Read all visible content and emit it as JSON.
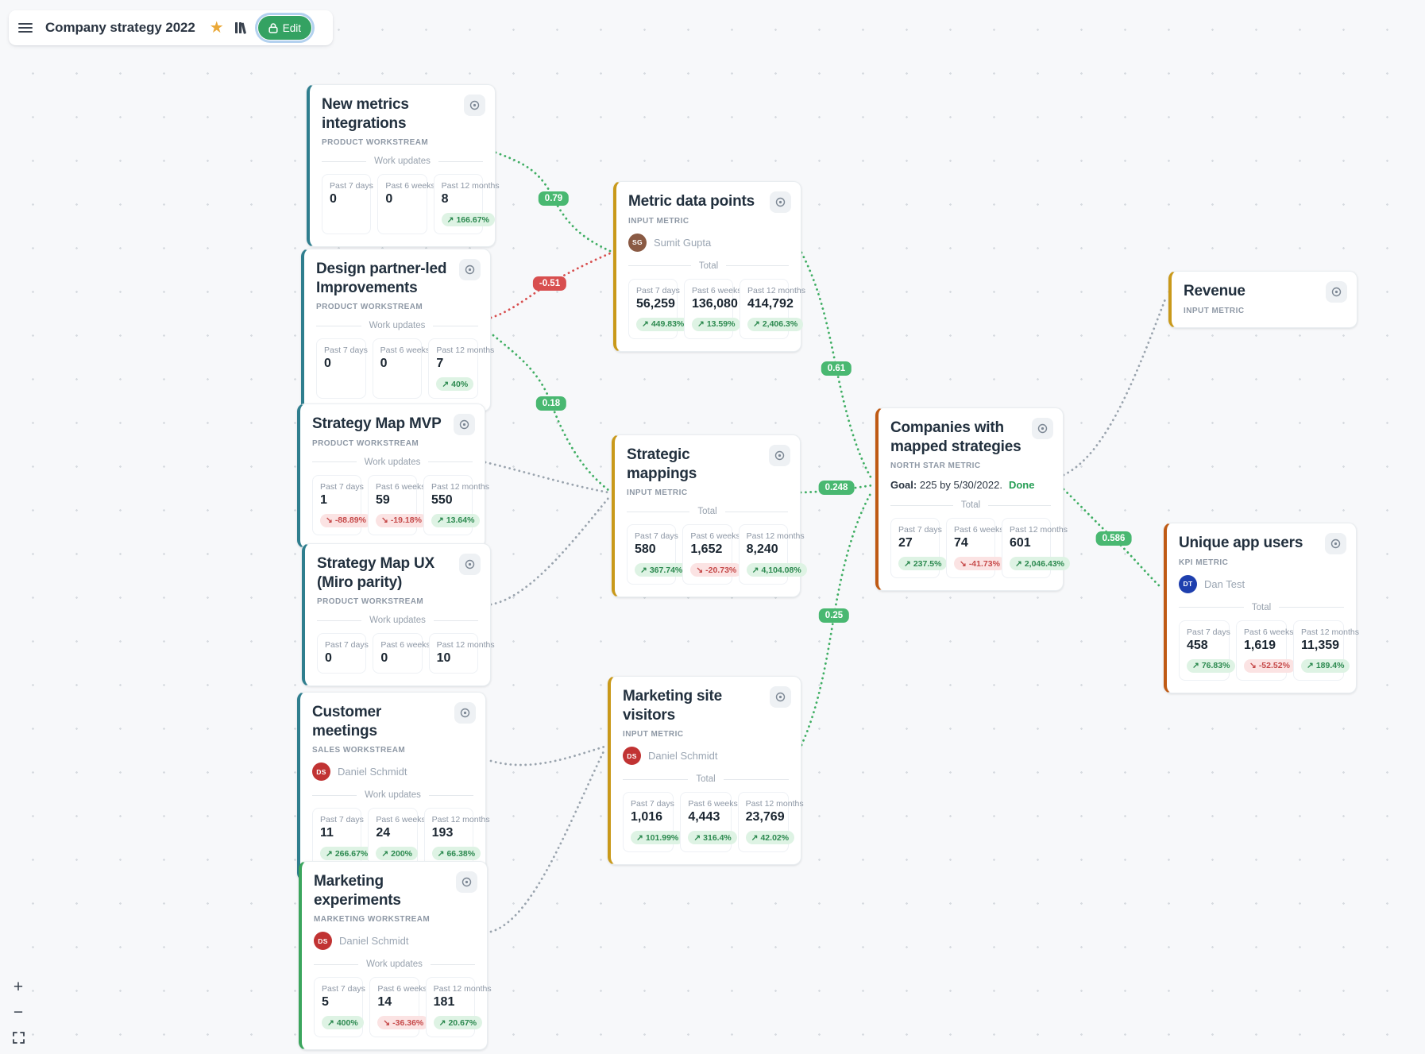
{
  "header": {
    "title": "Company strategy 2022",
    "edit_label": "Edit"
  },
  "colors": {
    "accent_teal": "#2f7e8e",
    "accent_green": "#3ba55d",
    "accent_amber": "#c9991a",
    "accent_orange": "#bf5a14",
    "positive_badge": "#49b871",
    "negative_badge": "#d84f4f",
    "edit_button": "#34a262"
  },
  "cards": [
    {
      "id": "new-metrics-integrations",
      "title": "New metrics integrations",
      "type_label": "PRODUCT WORKSTREAM",
      "section_label": "Work updates",
      "accent": "#2f7e8e",
      "metrics": [
        {
          "label": "Past 7 days",
          "value": "0"
        },
        {
          "label": "Past 6 weeks",
          "value": "0"
        },
        {
          "label": "Past 12 months",
          "value": "8",
          "delta": "166.67%",
          "trend": "up"
        }
      ]
    },
    {
      "id": "design-partner-improvements",
      "title": "Design partner-led Improvements",
      "type_label": "PRODUCT WORKSTREAM",
      "section_label": "Work updates",
      "accent": "#2f7e8e",
      "metrics": [
        {
          "label": "Past 7 days",
          "value": "0"
        },
        {
          "label": "Past 6 weeks",
          "value": "0"
        },
        {
          "label": "Past 12 months",
          "value": "7",
          "delta": "40%",
          "trend": "up"
        }
      ]
    },
    {
      "id": "strategy-map-mvp",
      "title": "Strategy Map MVP",
      "type_label": "PRODUCT WORKSTREAM",
      "section_label": "Work updates",
      "accent": "#2f7e8e",
      "metrics": [
        {
          "label": "Past 7 days",
          "value": "1",
          "delta": "-88.89%",
          "trend": "down"
        },
        {
          "label": "Past 6 weeks",
          "value": "59",
          "delta": "-19.18%",
          "trend": "down"
        },
        {
          "label": "Past 12 months",
          "value": "550",
          "delta": "13.64%",
          "trend": "up"
        }
      ]
    },
    {
      "id": "strategy-map-ux",
      "title": "Strategy Map UX (Miro parity)",
      "type_label": "PRODUCT WORKSTREAM",
      "section_label": "Work updates",
      "accent": "#2f7e8e",
      "metrics": [
        {
          "label": "Past 7 days",
          "value": "0"
        },
        {
          "label": "Past 6 weeks",
          "value": "0"
        },
        {
          "label": "Past 12 months",
          "value": "10"
        }
      ]
    },
    {
      "id": "customer-meetings",
      "title": "Customer meetings",
      "type_label": "SALES WORKSTREAM",
      "section_label": "Work updates",
      "accent": "#2f7e8e",
      "owner": {
        "name": "Daniel Schmidt",
        "initials": "DS",
        "color": "#c13333"
      },
      "metrics": [
        {
          "label": "Past 7 days",
          "value": "11",
          "delta": "266.67%",
          "trend": "up"
        },
        {
          "label": "Past 6 weeks",
          "value": "24",
          "delta": "200%",
          "trend": "up"
        },
        {
          "label": "Past 12 months",
          "value": "193",
          "delta": "66.38%",
          "trend": "up"
        }
      ]
    },
    {
      "id": "marketing-experiments",
      "title": "Marketing experiments",
      "type_label": "MARKETING WORKSTREAM",
      "section_label": "Work updates",
      "accent": "#3ba55d",
      "owner": {
        "name": "Daniel Schmidt",
        "initials": "DS",
        "color": "#c13333"
      },
      "metrics": [
        {
          "label": "Past 7 days",
          "value": "5",
          "delta": "400%",
          "trend": "up"
        },
        {
          "label": "Past 6 weeks",
          "value": "14",
          "delta": "-36.36%",
          "trend": "down"
        },
        {
          "label": "Past 12 months",
          "value": "181",
          "delta": "20.67%",
          "trend": "up"
        }
      ]
    },
    {
      "id": "metric-data-points",
      "title": "Metric data points",
      "type_label": "INPUT METRIC",
      "section_label": "Total",
      "accent": "#c9991a",
      "owner": {
        "name": "Sumit Gupta",
        "initials": "SG",
        "color": "#8a5a44"
      },
      "metrics": [
        {
          "label": "Past 7 days",
          "value": "56,259",
          "delta": "449.83%",
          "trend": "up"
        },
        {
          "label": "Past 6 weeks",
          "value": "136,080",
          "delta": "13.59%",
          "trend": "up"
        },
        {
          "label": "Past 12 months",
          "value": "414,792",
          "delta": "2,406.3%",
          "trend": "up"
        }
      ]
    },
    {
      "id": "strategic-mappings",
      "title": "Strategic mappings",
      "type_label": "INPUT METRIC",
      "section_label": "Total",
      "accent": "#c9991a",
      "metrics": [
        {
          "label": "Past 7 days",
          "value": "580",
          "delta": "367.74%",
          "trend": "up"
        },
        {
          "label": "Past 6 weeks",
          "value": "1,652",
          "delta": "-20.73%",
          "trend": "down"
        },
        {
          "label": "Past 12 months",
          "value": "8,240",
          "delta": "4,104.08%",
          "trend": "up"
        }
      ]
    },
    {
      "id": "marketing-site-visitors",
      "title": "Marketing site visitors",
      "type_label": "INPUT METRIC",
      "section_label": "Total",
      "accent": "#c9991a",
      "owner": {
        "name": "Daniel Schmidt",
        "initials": "DS",
        "color": "#c13333"
      },
      "metrics": [
        {
          "label": "Past 7 days",
          "value": "1,016",
          "delta": "101.99%",
          "trend": "up"
        },
        {
          "label": "Past 6 weeks",
          "value": "4,443",
          "delta": "316.4%",
          "trend": "up"
        },
        {
          "label": "Past 12 months",
          "value": "23,769",
          "delta": "42.02%",
          "trend": "up"
        }
      ]
    },
    {
      "id": "companies-with-mapped-strategies",
      "title": "Companies with mapped strategies",
      "type_label": "NORTH STAR METRIC",
      "section_label": "Total",
      "accent": "#bf5a14",
      "goal": {
        "label": "Goal:",
        "text": "225 by 5/30/2022.",
        "status": "Done"
      },
      "metrics": [
        {
          "label": "Past 7 days",
          "value": "27",
          "delta": "237.5%",
          "trend": "up"
        },
        {
          "label": "Past 6 weeks",
          "value": "74",
          "delta": "-41.73%",
          "trend": "down"
        },
        {
          "label": "Past 12 months",
          "value": "601",
          "delta": "2,046.43%",
          "trend": "up"
        }
      ]
    },
    {
      "id": "revenue",
      "title": "Revenue",
      "type_label": "INPUT METRIC",
      "accent": "#c9991a",
      "metrics": []
    },
    {
      "id": "unique-app-users",
      "title": "Unique app users",
      "type_label": "KPI METRIC",
      "section_label": "Total",
      "accent": "#bf5a14",
      "owner": {
        "name": "Dan Test",
        "initials": "DT",
        "color": "#1e3fae"
      },
      "metrics": [
        {
          "label": "Past 7 days",
          "value": "458",
          "delta": "76.83%",
          "trend": "up"
        },
        {
          "label": "Past 6 weeks",
          "value": "1,619",
          "delta": "-52.52%",
          "trend": "down"
        },
        {
          "label": "Past 12 months",
          "value": "11,359",
          "delta": "189.4%",
          "trend": "up"
        }
      ]
    }
  ],
  "connections": [
    {
      "id": "corr-new-metrics-to-metric-data",
      "value": "0.79",
      "polarity": "positive"
    },
    {
      "id": "corr-design-to-metric-data",
      "value": "-0.51",
      "polarity": "negative"
    },
    {
      "id": "corr-design-to-strategic-mappings",
      "value": "0.18",
      "polarity": "positive"
    },
    {
      "id": "link-mvp-to-strategic-mappings",
      "value": null,
      "polarity": "neutral"
    },
    {
      "id": "link-ux-to-strategic-mappings",
      "value": null,
      "polarity": "neutral"
    },
    {
      "id": "link-meetings-to-site-visitors",
      "value": null,
      "polarity": "neutral"
    },
    {
      "id": "link-experiments-to-site-visitors",
      "value": null,
      "polarity": "neutral"
    },
    {
      "id": "corr-metric-data-to-companies",
      "value": "0.61",
      "polarity": "positive"
    },
    {
      "id": "corr-strategic-to-companies",
      "value": "0.248",
      "polarity": "positive"
    },
    {
      "id": "corr-site-visitors-to-companies",
      "value": "0.25",
      "polarity": "positive"
    },
    {
      "id": "link-companies-to-revenue",
      "value": null,
      "polarity": "neutral"
    },
    {
      "id": "corr-companies-to-unique-users",
      "value": "0.586",
      "polarity": "positive"
    }
  ],
  "zoom_controls": {
    "zoom_in": "+",
    "zoom_out": "−"
  }
}
